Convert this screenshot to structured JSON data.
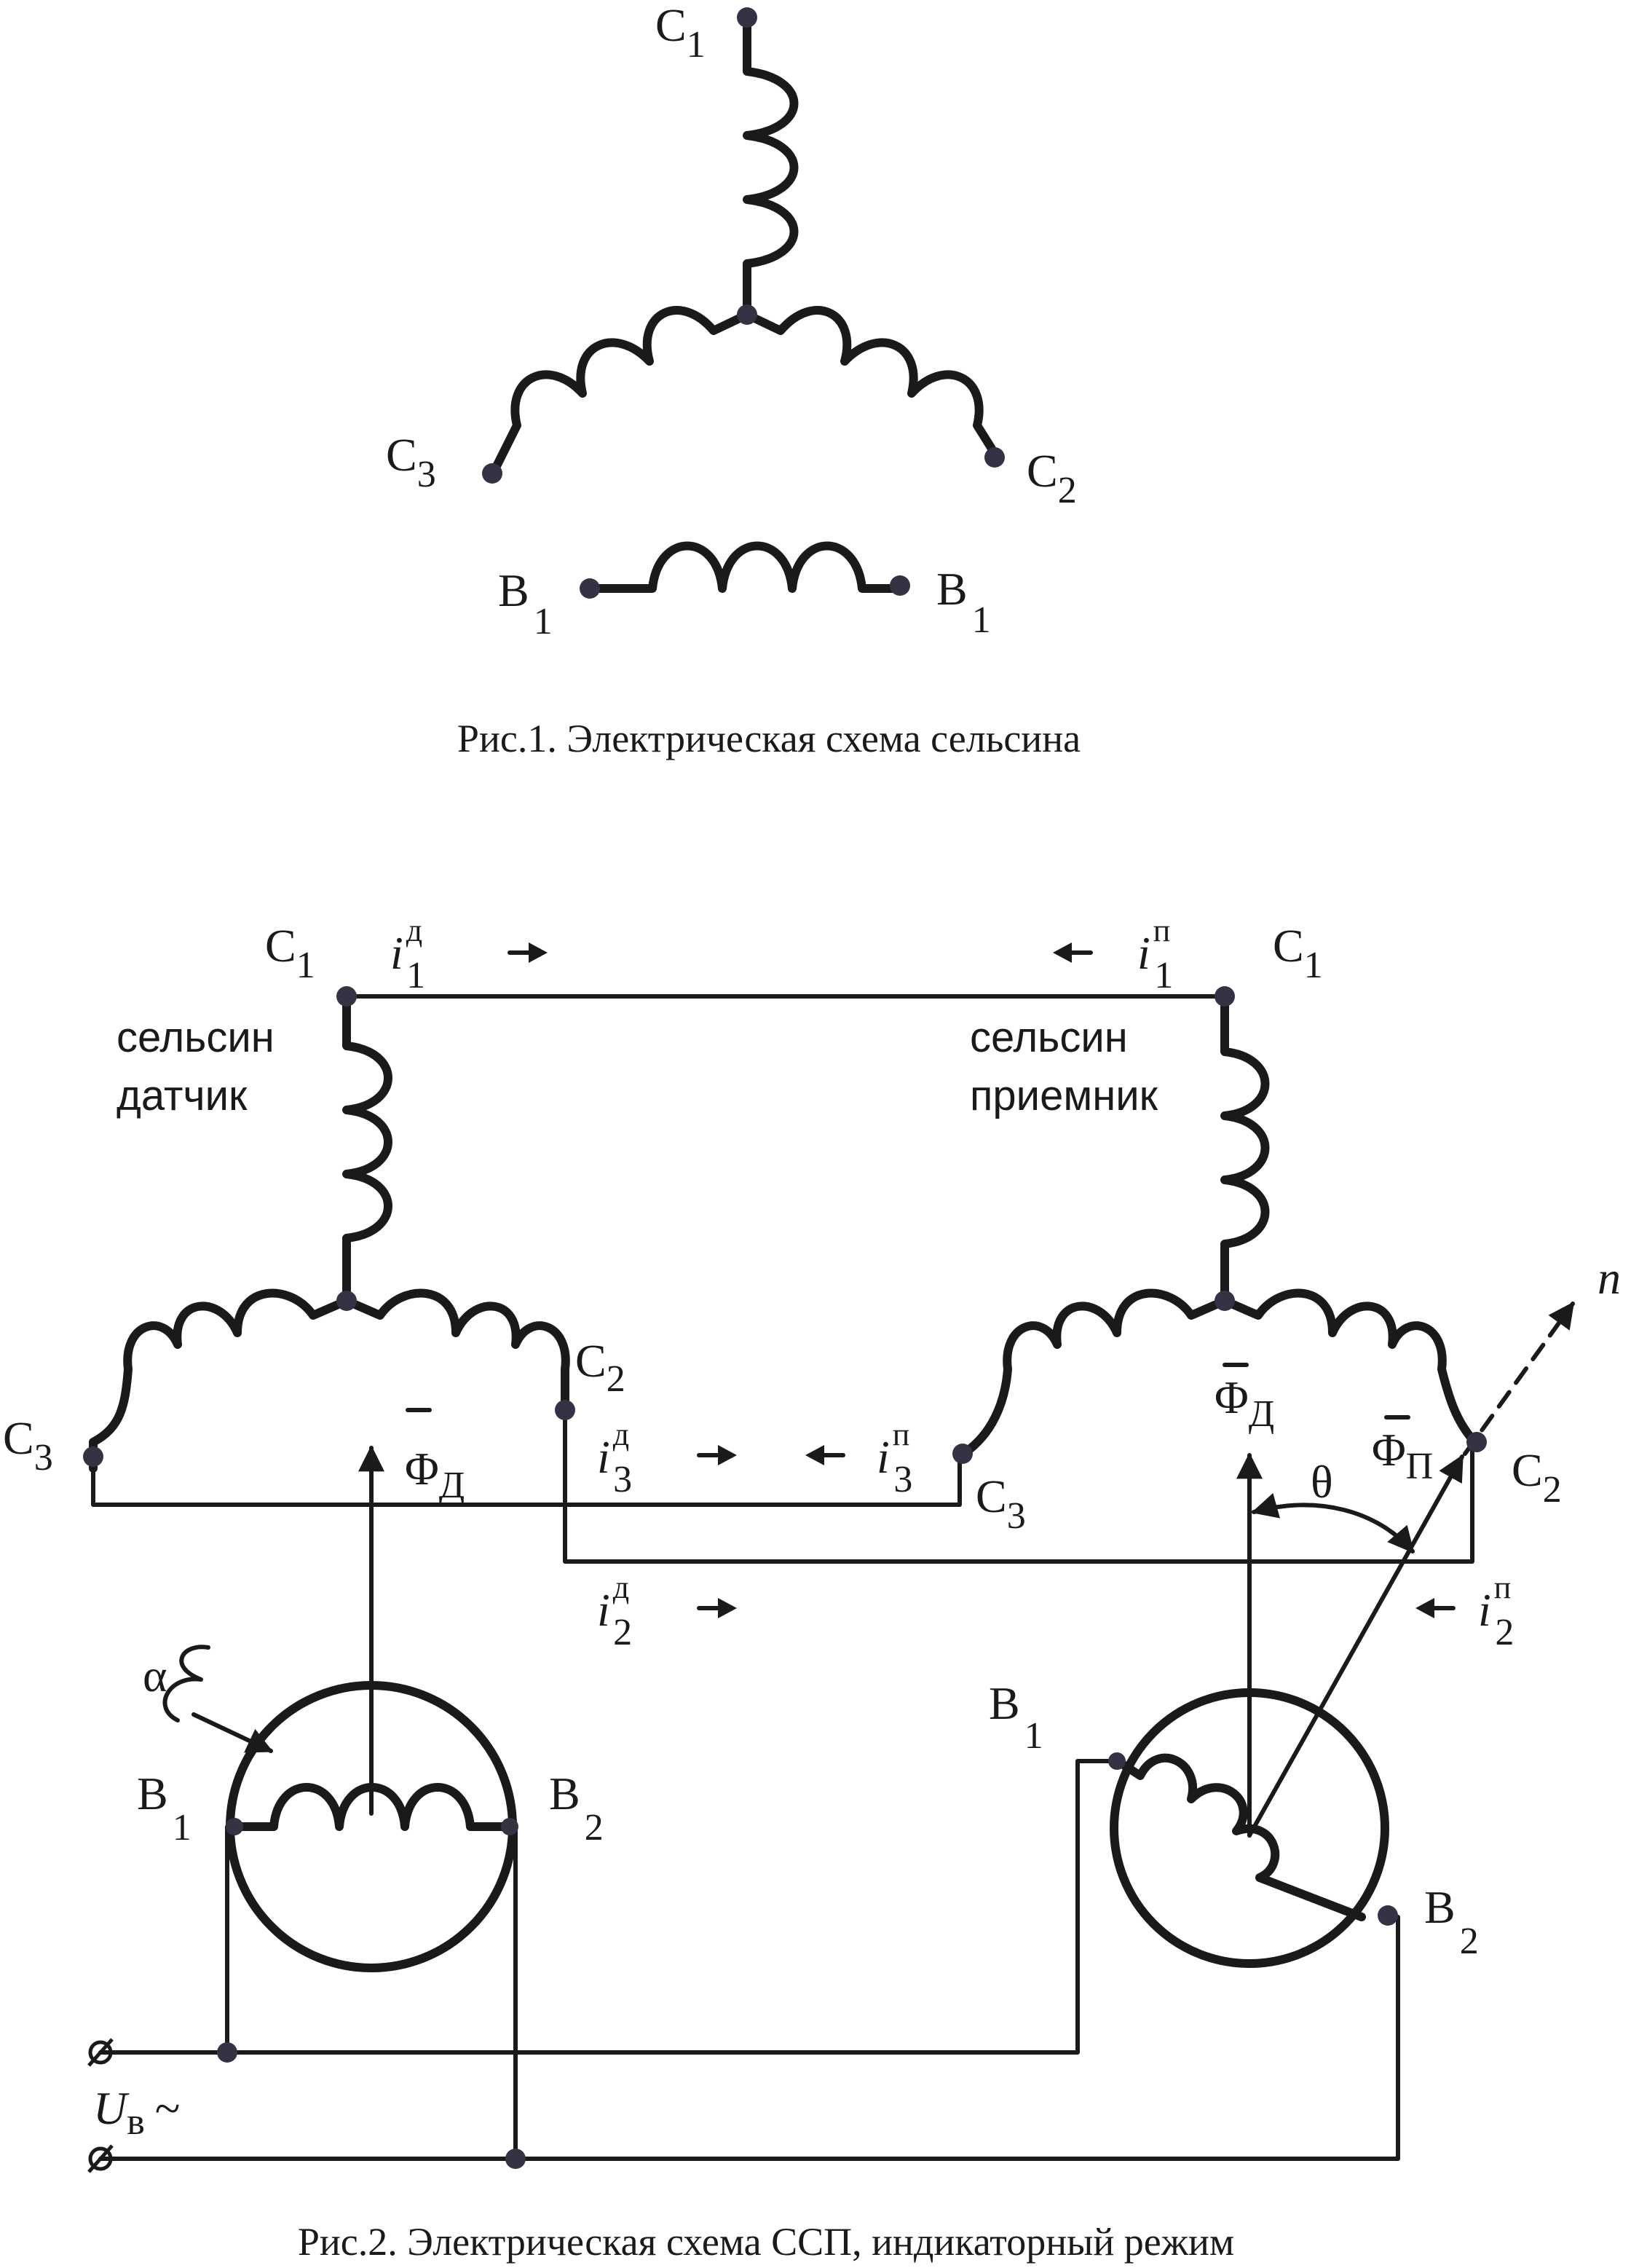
{
  "figure1": {
    "terminals": {
      "c1": {
        "base": "C",
        "index": "1"
      },
      "c2": {
        "base": "C",
        "index": "2"
      },
      "c3": {
        "base": "C",
        "index": "3"
      },
      "b1_left": {
        "base": "B",
        "index": "1"
      },
      "b1_right": {
        "base": "B",
        "index": "1"
      }
    },
    "caption": "Рис.1. Электрическая схема сельсина"
  },
  "figure2": {
    "transmitter": {
      "name_line1": "сельсин",
      "name_line2": "датчик",
      "terminals": {
        "c1": {
          "base": "C",
          "index": "1"
        },
        "c2": {
          "base": "C",
          "index": "2"
        },
        "c3": {
          "base": "C",
          "index": "3"
        },
        "b1": {
          "base": "B",
          "index": "1"
        },
        "b2": {
          "base": "B",
          "index": "2"
        }
      },
      "angle": "α",
      "flux": {
        "base": "Φ",
        "sub": "Д"
      }
    },
    "receiver": {
      "name_line1": "сельсин",
      "name_line2": "приемник",
      "terminals": {
        "c1": {
          "base": "C",
          "index": "1"
        },
        "c2": {
          "base": "C",
          "index": "2"
        },
        "c3": {
          "base": "C",
          "index": "3"
        },
        "b1": {
          "base": "B",
          "index": "1"
        },
        "b2": {
          "base": "B",
          "index": "2"
        }
      },
      "flux_d": {
        "base": "Φ",
        "sub": "Д"
      },
      "flux_p": {
        "base": "Φ",
        "sub": "П"
      },
      "angle": "θ",
      "axis": "n"
    },
    "currents": {
      "i1_d": {
        "base": "i",
        "sup": "д",
        "sub": "1"
      },
      "i1_p": {
        "base": "i",
        "sup": "п",
        "sub": "1"
      },
      "i2_d": {
        "base": "i",
        "sup": "д",
        "sub": "2"
      },
      "i2_p": {
        "base": "i",
        "sup": "п",
        "sub": "2"
      },
      "i3_d": {
        "base": "i",
        "sup": "д",
        "sub": "3"
      },
      "i3_p": {
        "base": "i",
        "sup": "п",
        "sub": "3"
      }
    },
    "supply": {
      "base": "U",
      "sub": "в",
      "symbol": "~"
    },
    "caption": "Рис.2. Электрическая схема ССП, индикаторный режим"
  }
}
